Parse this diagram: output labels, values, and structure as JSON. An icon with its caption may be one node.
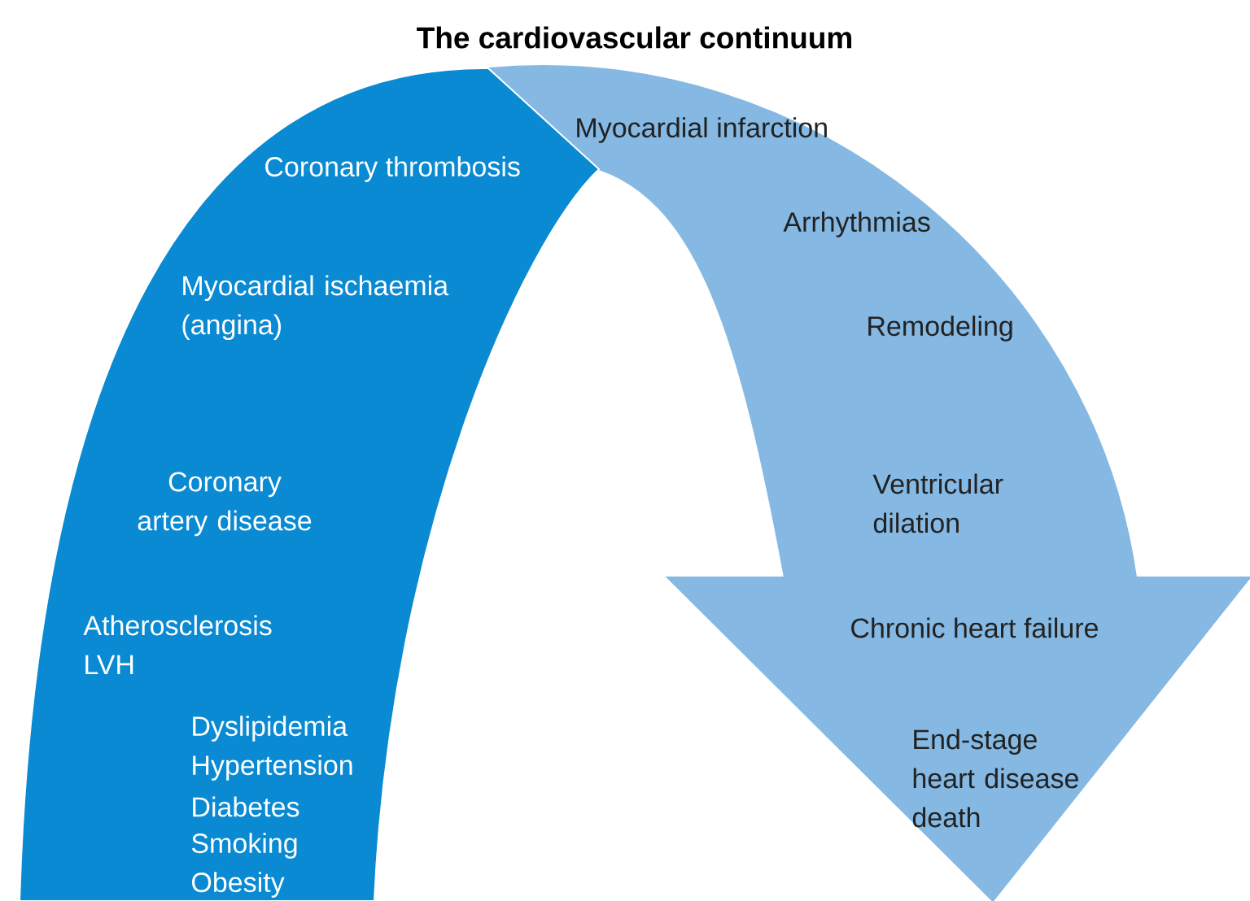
{
  "diagram": {
    "title": "The cardiovascular continuum",
    "nodes": [
      {
        "text": [
          "Coronary thrombosis",
          "Myocardial ischaemia (angina)",
          "Coronary artery disease",
          "Atherosclerosis LVH",
          "Dyslipidemia",
          "Hypertension",
          "Diabetes",
          "Smoking",
          "Obesity"
        ]
      },
      {
        "text": [
          "Myocardial infarction",
          "Arrhythmias",
          "Remodeling",
          "Ventricular dilation",
          "Chronic heart failure",
          "End-stage heart disease death"
        ]
      }
    ]
  }
}
